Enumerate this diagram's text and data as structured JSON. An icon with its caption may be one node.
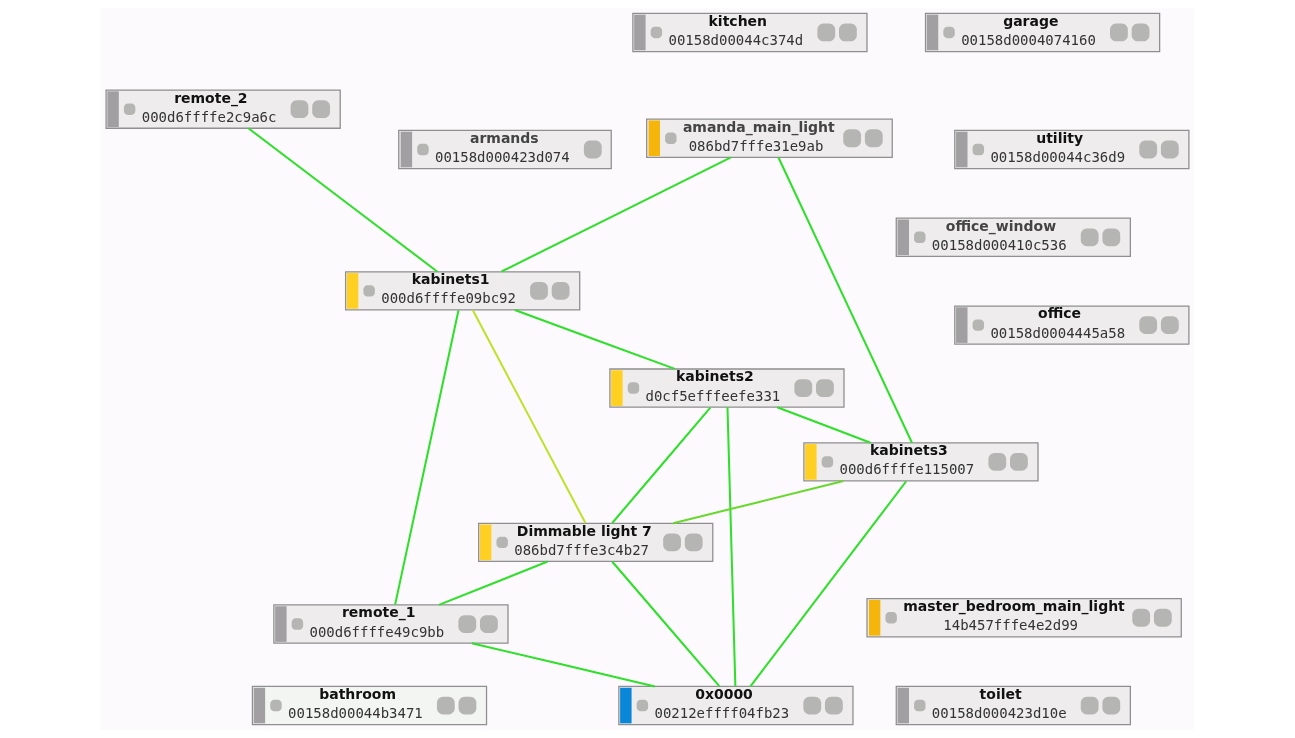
{
  "diagram": {
    "nodes": [
      {
        "text": [
          "remote_2",
          "000d6ffffe2c9a6c"
        ]
      },
      {
        "text": [
          "kabinets1",
          "000d6ffffe09bc92"
        ]
      },
      {
        "text": [
          "remote_1",
          "000d6ffffe49c9bb"
        ]
      },
      {
        "text": [
          "0x0000",
          "00212effff04fb23"
        ]
      },
      {
        "text": [
          "master_bedroom_main_light",
          "14b457fffe4e2d99"
        ]
      },
      {
        "text": [
          "toilet",
          "00158d000423d10e"
        ]
      },
      {
        "text": [
          "amanda_main_light",
          "086bd7fffe31e9ab"
        ]
      },
      {
        "text": [
          "office_window",
          "00158d000410c536"
        ]
      },
      {
        "text": [
          "bathroom",
          "00158d00044b3471"
        ]
      },
      {
        "text": [
          "kabinets3",
          "000d6ffffe115007"
        ]
      },
      {
        "text": [
          "garage",
          "00158d0004074160"
        ]
      },
      {
        "text": [
          "kabinets2",
          "d0cf5efffeefe331"
        ]
      },
      {
        "text": [
          "Dimmable light 7",
          "086bd7fffe3c4b27"
        ]
      },
      {
        "text": [
          "kitchen",
          "00158d00044c374d"
        ]
      },
      {
        "text": [
          "armands",
          "00158d000423d074"
        ]
      },
      {
        "text": [
          "office",
          "00158d0004445a58"
        ]
      },
      {
        "text": [
          "utility",
          "00158d00044c36d9"
        ]
      }
    ],
    "edges": [
      {
        "from": 0,
        "to": 1,
        "arrow": "none"
      },
      {
        "from": 1,
        "to": 2,
        "arrow": "none"
      },
      {
        "from": 2,
        "to": 3,
        "arrow": "none"
      },
      {
        "from": 1,
        "to": 11,
        "arrow": "none"
      },
      {
        "from": 1,
        "to": 12,
        "arrow": "none",
        "color": "#bde22a"
      },
      {
        "from": 1,
        "to": 6,
        "arrow": "none"
      },
      {
        "from": 2,
        "to": 12,
        "arrow": "none"
      },
      {
        "from": 3,
        "to": 11,
        "arrow": "none"
      },
      {
        "from": 3,
        "to": 12,
        "arrow": "none"
      },
      {
        "from": 3,
        "to": 9,
        "arrow": "none"
      },
      {
        "from": 6,
        "to": 9,
        "arrow": "none"
      },
      {
        "from": 9,
        "to": 11,
        "arrow": "none"
      },
      {
        "from": 9,
        "to": 12,
        "arrow": "none",
        "color": "#66d92a"
      },
      {
        "from": 11,
        "to": 12,
        "arrow": "none"
      }
    ]
  }
}
